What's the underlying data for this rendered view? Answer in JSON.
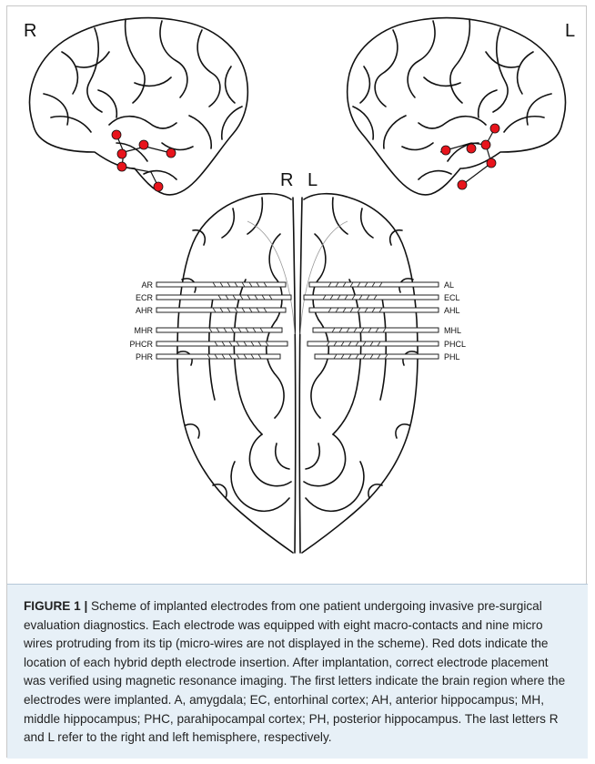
{
  "labels": {
    "top_right_hemisphere": "R",
    "top_left_hemisphere": "L",
    "axial_right": "R",
    "axial_left": "L"
  },
  "electrodes": {
    "right": [
      "AR",
      "ECR",
      "AHR",
      "MHR",
      "PHCR",
      "PHR"
    ],
    "left": [
      "AL",
      "ECL",
      "AHL",
      "MHL",
      "PHCL",
      "PHL"
    ]
  },
  "colors": {
    "electrode_dot": "#e8141c",
    "caption_background": "#e7f0f7"
  },
  "caption": {
    "figure_label": "FIGURE 1 |",
    "text": " Scheme of implanted electrodes from one patient undergoing invasive pre-surgical evaluation diagnostics. Each electrode was equipped with eight macro-contacts and nine micro wires protruding from its tip (micro-wires are not displayed in the scheme). Red dots indicate the location of each hybrid depth electrode insertion. After implantation, correct electrode placement was verified using magnetic resonance imaging. The first letters indicate the brain region where the electrodes were implanted. A, amygdala; EC, entorhinal cortex; AH, anterior hippocampus; MH, middle hippocampus; PHC, parahipocampal cortex; PH, posterior hippocampus. The last letters R and L refer to the right and left hemisphere, respectively."
  }
}
